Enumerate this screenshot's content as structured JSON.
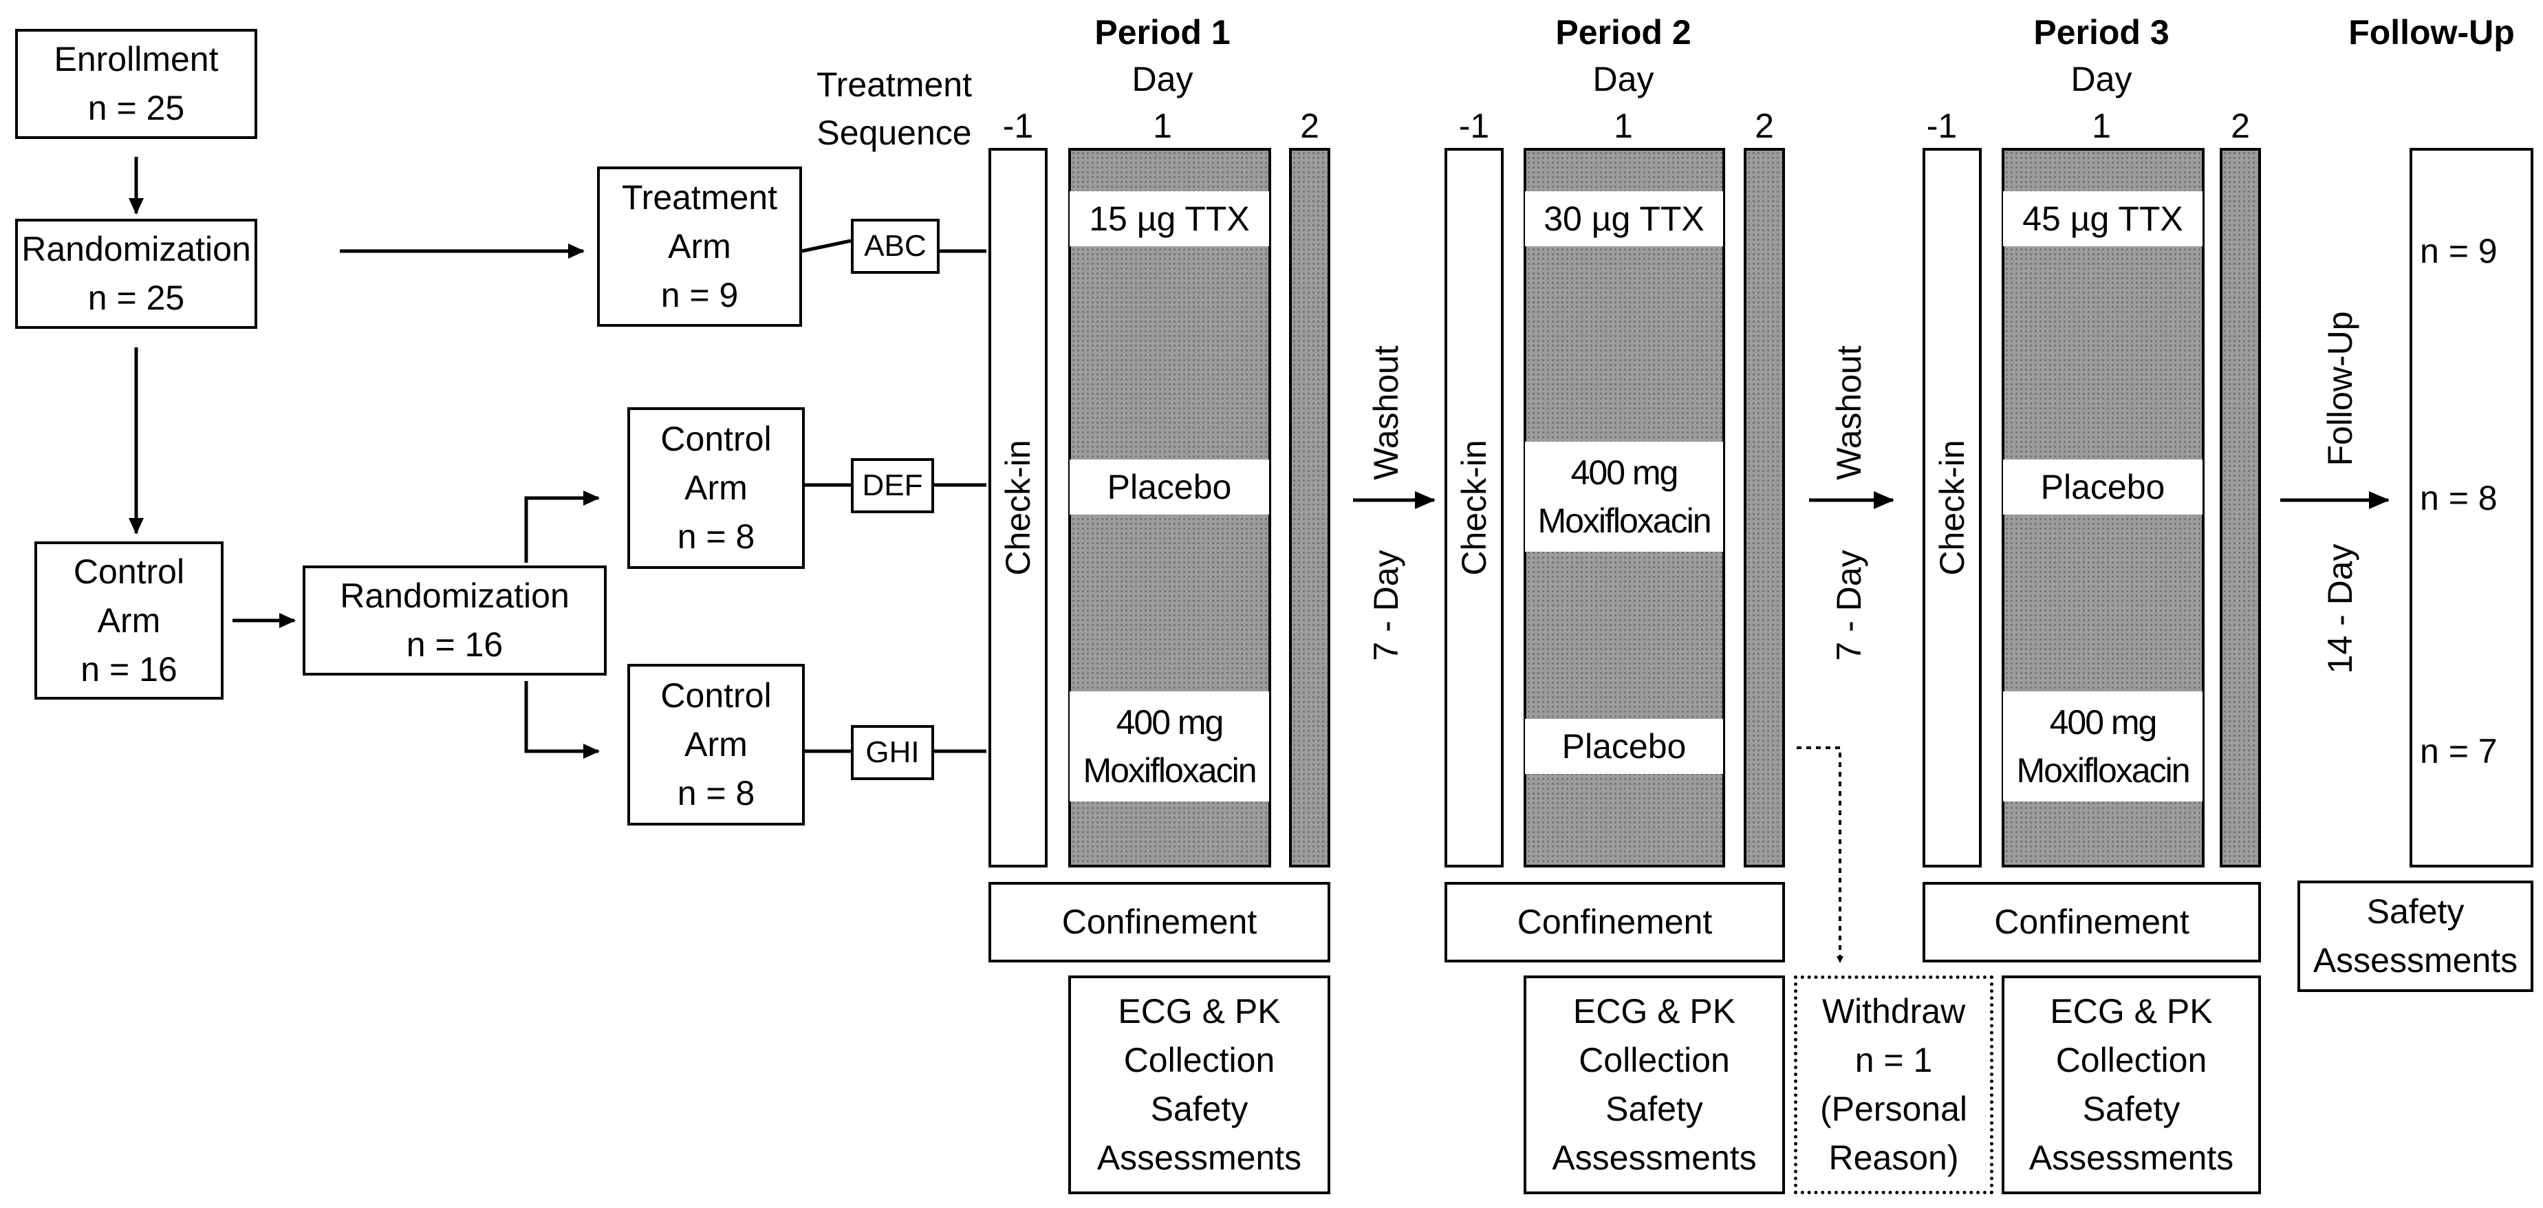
{
  "header": {
    "treatment_sequence": "Treatment\nSequence",
    "periods": [
      {
        "title": "Period 1",
        "day_label": "Day",
        "days": [
          "-1",
          "1",
          "2"
        ]
      },
      {
        "title": "Period 2",
        "day_label": "Day",
        "days": [
          "-1",
          "1",
          "2"
        ]
      },
      {
        "title": "Period 3",
        "day_label": "Day",
        "days": [
          "-1",
          "1",
          "2"
        ]
      }
    ],
    "follow_up_title": "Follow-Up"
  },
  "flow": {
    "enrollment": "Enrollment\nn = 25",
    "randomization_1": "Randomization\nn = 25",
    "control_arm": "Control\nArm\nn = 16",
    "randomization_2": "Randomization\nn = 16",
    "treatment_arm": "Treatment\nArm\nn = 9",
    "control_arm_1": "Control\nArm\nn = 8",
    "control_arm_2": "Control\nArm\nn = 8"
  },
  "sequences": [
    "ABC",
    "DEF",
    "GHI"
  ],
  "check_in_label": "Check-in",
  "period_doses": [
    [
      "15 µg TTX",
      "Placebo",
      "400 mg\nMoxifloxacin"
    ],
    [
      "30 µg TTX",
      "400 mg\nMoxifloxacin",
      "Placebo"
    ],
    [
      "45 µg TTX",
      "Placebo",
      "400 mg\nMoxifloxacin"
    ]
  ],
  "washout": {
    "top": "Washout",
    "bottom": "7 - Day"
  },
  "follow_up_arrow": {
    "top": "Follow-Up",
    "bottom": "14 - Day"
  },
  "follow_up_counts": [
    "n = 9",
    "n = 8",
    "n = 7"
  ],
  "confinement_label": "Confinement",
  "ecg_label": "ECG & PK\nCollection\nSafety\nAssessments",
  "withdraw_label": "Withdraw\nn = 1\n(Personal\nReason)",
  "safety_label": "Safety\nAssessments",
  "colors": {
    "shaded_fill": "#9c9c9c",
    "line": "#000000",
    "background": "#ffffff"
  }
}
